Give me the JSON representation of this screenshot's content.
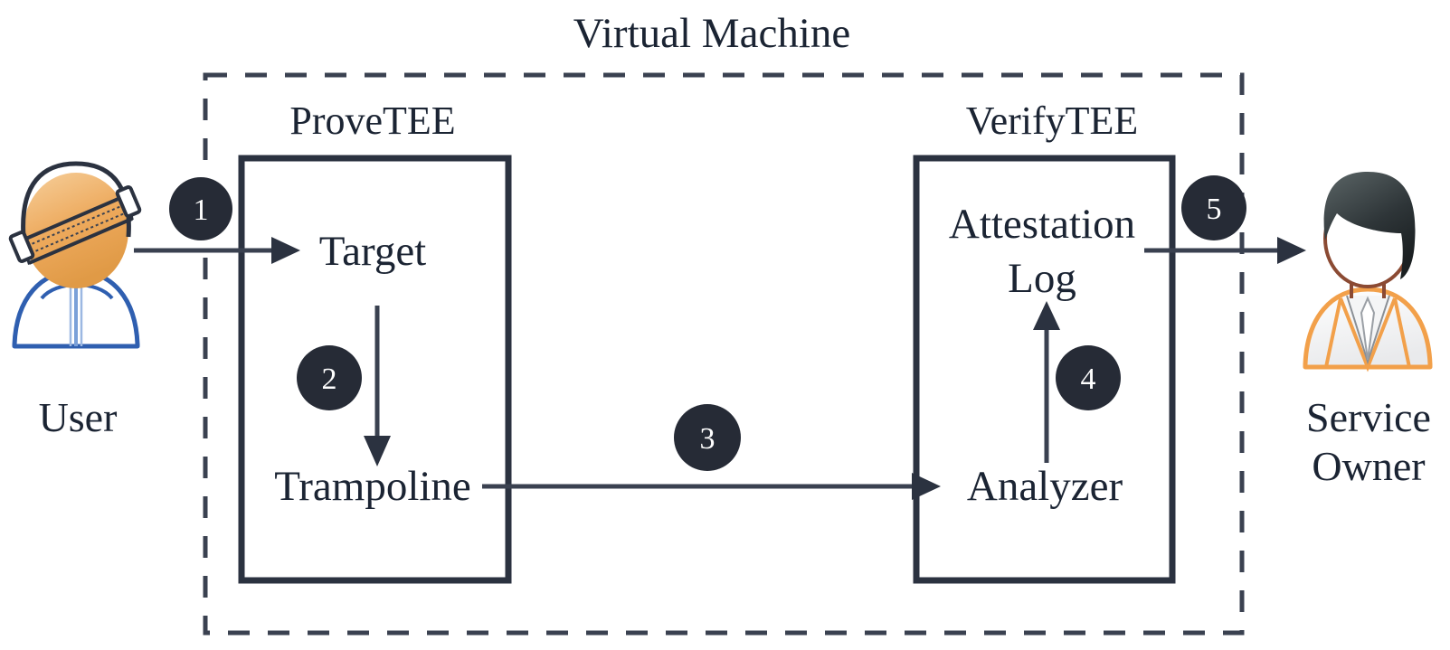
{
  "diagram": {
    "title": "Virtual Machine",
    "zones": [
      {
        "id": "provetee",
        "label": "ProveTEE"
      },
      {
        "id": "verifytee",
        "label": "VerifyTEE"
      }
    ],
    "nodes": [
      {
        "id": "target",
        "label": "Target"
      },
      {
        "id": "trampoline",
        "label": "Trampoline"
      },
      {
        "id": "attestation-log",
        "label_line1": "Attestation",
        "label_line2": "Log"
      },
      {
        "id": "analyzer",
        "label": "Analyzer"
      }
    ],
    "actors": [
      {
        "id": "user",
        "label": "User",
        "icon": "user-blindfolded-icon"
      },
      {
        "id": "service-owner",
        "label_line1": "Service",
        "label_line2": "Owner",
        "icon": "service-owner-icon"
      }
    ],
    "steps": [
      {
        "number": "1",
        "from": "user",
        "to": "target"
      },
      {
        "number": "2",
        "from": "target",
        "to": "trampoline"
      },
      {
        "number": "3",
        "from": "trampoline",
        "to": "analyzer"
      },
      {
        "number": "4",
        "from": "analyzer",
        "to": "attestation-log"
      },
      {
        "number": "5",
        "from": "attestation-log",
        "to": "service-owner"
      }
    ],
    "colors": {
      "badge_fill": "#262b36",
      "badge_text": "#ffffff",
      "stroke": "#2b3240",
      "dashed_stroke": "#3a4150",
      "text": "#1b2433",
      "user_head": "#eda95c",
      "user_body": "#2f5fb0",
      "owner_hair": "#2e3538",
      "owner_body": "#f2a04a",
      "background": "#ffffff"
    }
  }
}
